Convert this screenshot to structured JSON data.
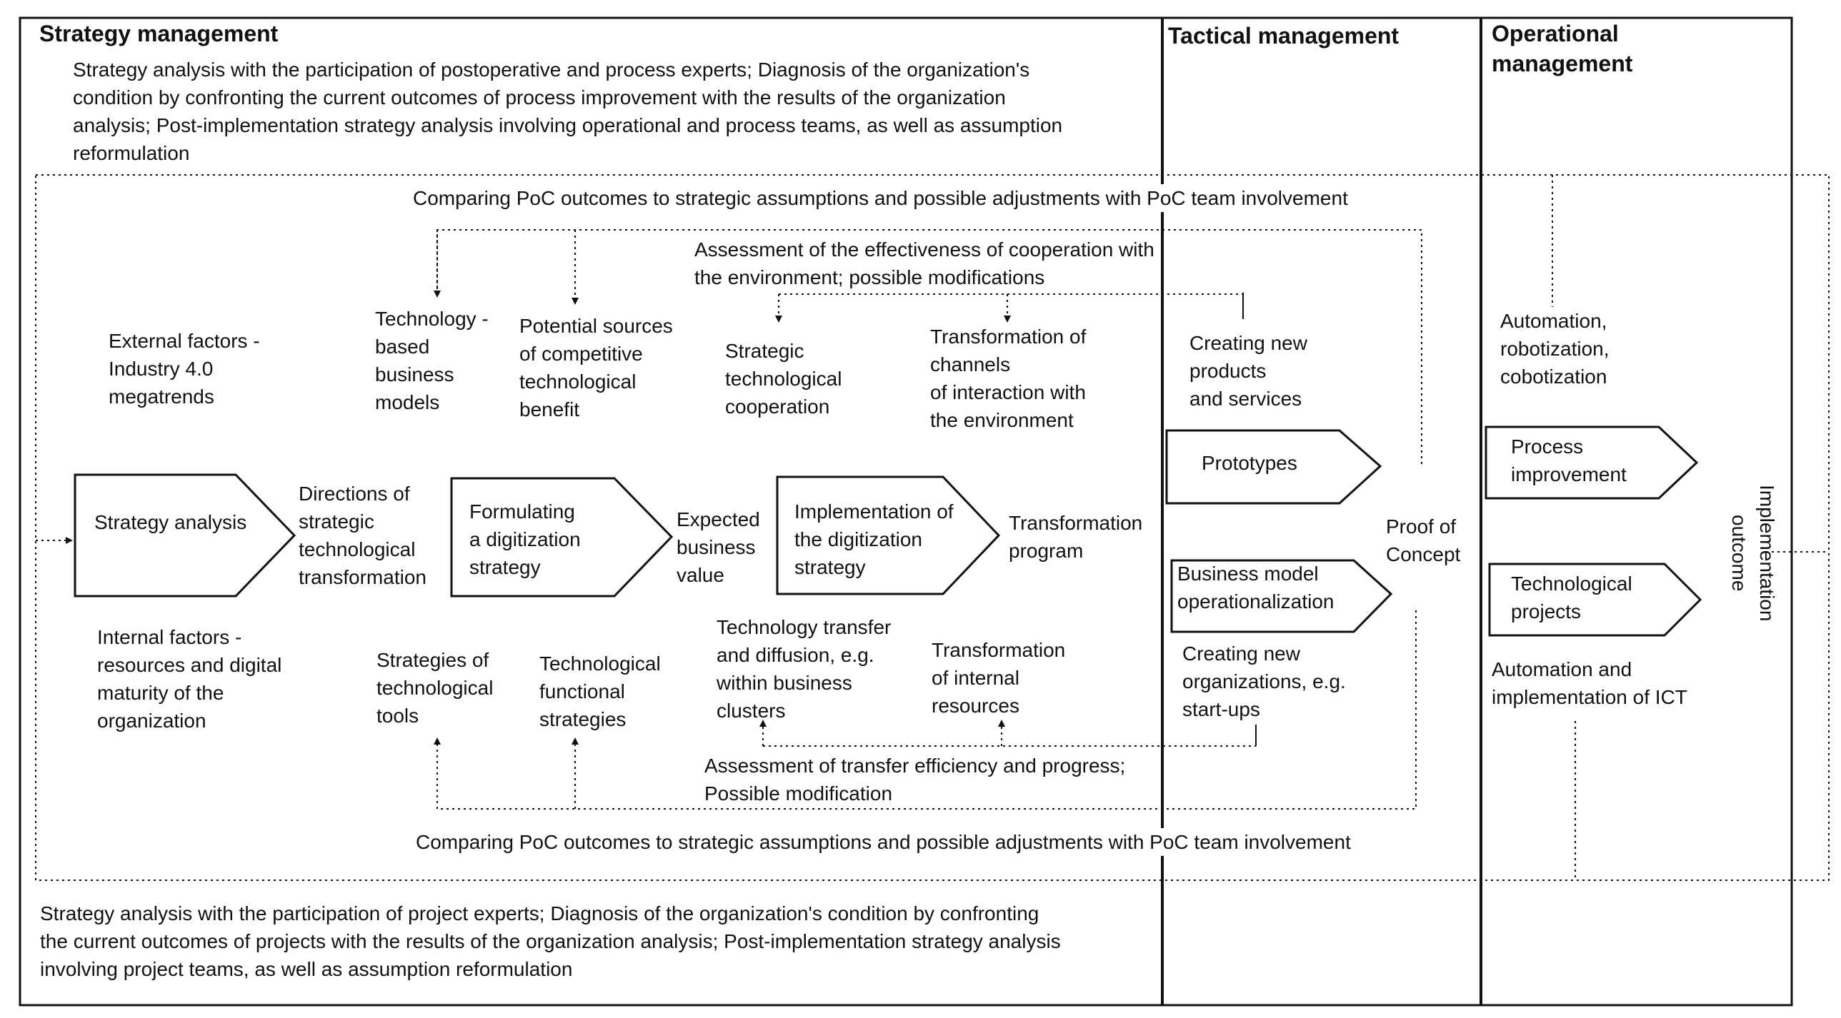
{
  "headers": {
    "strategy": "Strategy management",
    "tactical": "Tactical management",
    "operational": "Operational\nmanagement"
  },
  "top_text": "Strategy analysis with the participation of postoperative and process experts;  Diagnosis of the organization's\ncondition by confronting the current outcomes of process improvement with the results of the organization\nanalysis; Post-implementation strategy analysis involving operational and process teams, as well as assumption\nreformulation",
  "bottom_text": "Strategy analysis with the participation of project experts;  Diagnosis of the organization's condition by confronting\nthe current outcomes of projects with the results of the organization analysis; Post-implementation strategy analysis\ninvolving project teams, as well as assumption reformulation",
  "feedback": {
    "top_compare": "Comparing PoC outcomes to strategic assumptions and possible adjustments with PoC team involvement",
    "bottom_compare": "Comparing PoC outcomes to strategic assumptions and possible adjustments with PoC team involvement",
    "cooperation": "Assessment of the effectiveness of cooperation with\nthe environment; possible modifications",
    "transfer": "Assessment of transfer efficiency and progress;\nPossible modification"
  },
  "factors": {
    "external": "External factors -\nIndustry 4.0\nmegatrends",
    "internal": "Internal factors -\nresources and digital\nmaturity of the\norganization"
  },
  "upper_items": {
    "tech_models": "Technology -\nbased\nbusiness\nmodels",
    "competitive": "Potential sources\nof competitive\ntechnological\nbenefit",
    "cooperation": "Strategic\ntechnological\ncooperation",
    "channels": "Transformation of\nchannels\nof interaction with\nthe environment",
    "new_products": "Creating new\nproducts\nand services"
  },
  "lower_items": {
    "tools": "Strategies of\ntechnological\ntools",
    "functional": "Technological\nfunctional\nstrategies",
    "transfer": "Technology transfer\nand diffusion,       e.g.\nwithin business\nclusters",
    "internal_resources": "Transformation\nof internal\nresources",
    "new_orgs": "Creating new\norganizations, e.g.\nstart-ups"
  },
  "process": {
    "analysis": "Strategy analysis",
    "directions": "Directions of\nstrategic\ntechnological\ntransformation",
    "formulating": "Formulating\na digitization\nstrategy",
    "value": "Expected\nbusiness\nvalue",
    "implementation": "Implementation of\nthe digitization\nstrategy",
    "program": "Transformation\nprogram"
  },
  "tactical": {
    "prototypes": "Prototypes",
    "bm_op": "Business model\noperationalization",
    "poc": "Proof of\nConcept"
  },
  "operational": {
    "automation": "Automation,\nrobotization,\ncobotization",
    "process_improvement": "Process\nimprovement",
    "tech_projects": "Technological\nprojects",
    "ict": "Automation and\nimplementation of ICT",
    "outcome": "Implementation\noutcome"
  }
}
